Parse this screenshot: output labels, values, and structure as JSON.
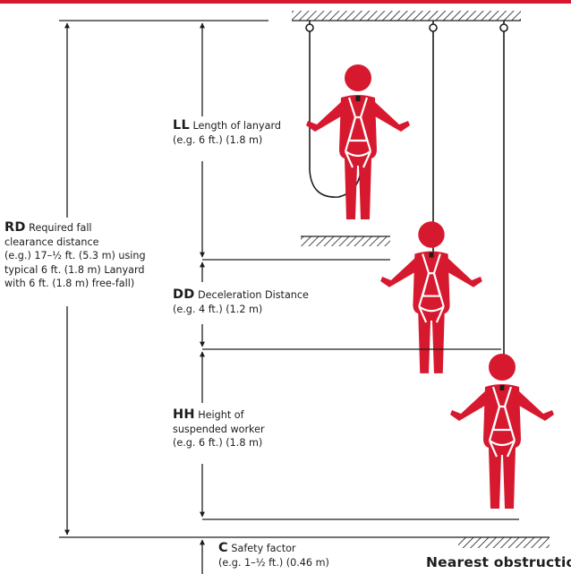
{
  "colors": {
    "accent": "#d7192f",
    "ink": "#1d1d1b",
    "strap": "#ffffff"
  },
  "labels": {
    "ll": {
      "abbr": "LL",
      "title": "Length of lanyard",
      "example": "(e.g. 6 ft.) (1.8 m)"
    },
    "rd": {
      "abbr": "RD",
      "title": "Required fall",
      "lines": [
        "clearance distance",
        "(e.g.) 17–½ ft. (5.3 m) using",
        "typical 6 ft. (1.8 m) Lanyard",
        "with 6 ft. (1.8 m) free-fall)"
      ]
    },
    "dd": {
      "abbr": "DD",
      "title": "Deceleration Distance",
      "example": "(e.g. 4 ft.) (1.2 m)"
    },
    "hh": {
      "abbr": "HH",
      "title": "Height of",
      "lines": [
        "suspended worker",
        "(e.g. 6 ft.) (1.8 m)"
      ]
    },
    "c": {
      "abbr": "C",
      "title": "Safety factor",
      "example": "(e.g. 1–½ ft.) (0.46 m)"
    },
    "obstruction": "Nearest obstruction"
  },
  "icons": [
    "anchor-ring-icon",
    "worker-figure-icon",
    "harness-icon",
    "hatched-surface-icon",
    "dimension-arrow-icon"
  ]
}
